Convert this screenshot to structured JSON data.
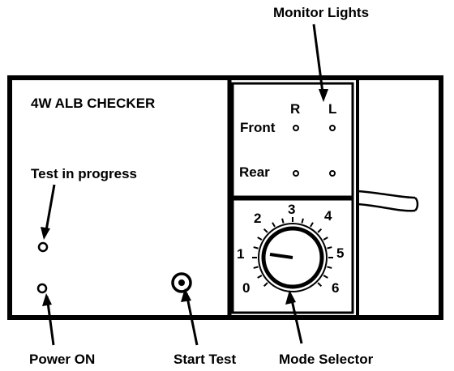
{
  "callouts": {
    "monitor_lights": "Monitor Lights",
    "power_on": "Power ON",
    "start_test": "Start Test",
    "mode_selector": "Mode Selector",
    "test_in_progress": "Test in progress"
  },
  "panel": {
    "title": "4W ALB CHECKER"
  },
  "monitor": {
    "col_right": "R",
    "col_left": "L",
    "row_front": "Front",
    "row_rear": "Rear"
  },
  "dial": {
    "positions": [
      "0",
      "1",
      "2",
      "3",
      "4",
      "5",
      "6"
    ],
    "selected": "1"
  }
}
